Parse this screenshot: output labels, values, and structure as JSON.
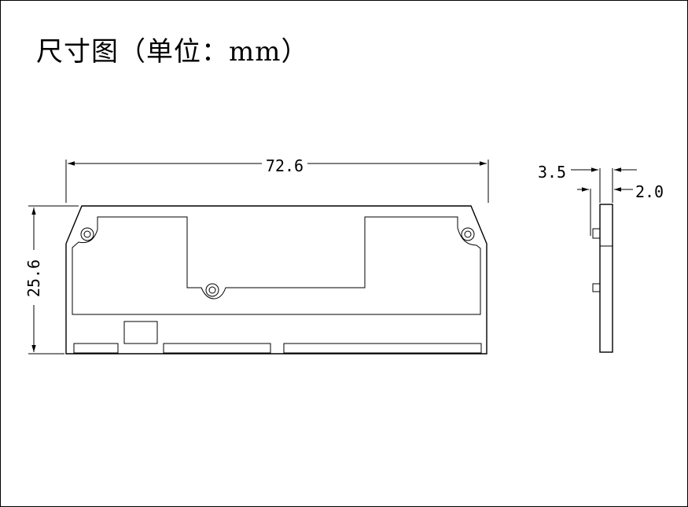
{
  "title": "尺寸图（单位：mm）",
  "dimensions": {
    "width": "72.6",
    "height": "25.6",
    "side_a": "3.5",
    "side_b": "2.0"
  }
}
